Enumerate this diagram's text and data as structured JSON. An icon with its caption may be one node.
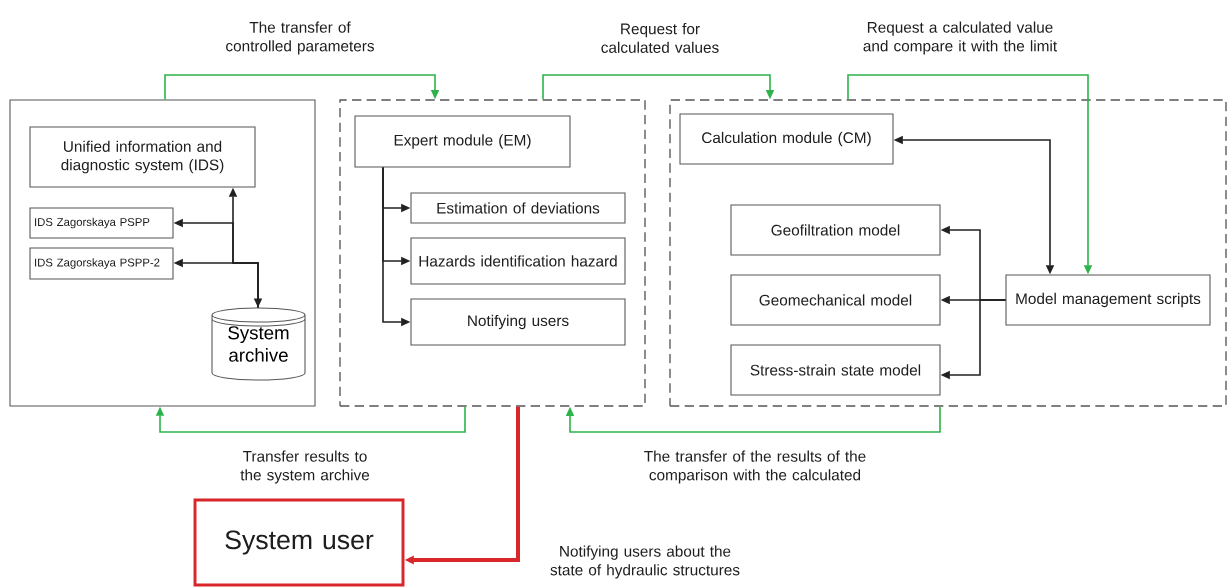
{
  "diagram": {
    "nodes": [
      {
        "text": [],
        "shape": "box"
      },
      {
        "text": [
          "Unified information and diagnostic system (IDS)"
        ],
        "in": 0
      },
      {
        "text": [
          "IDS Zagorskaya PSPP"
        ],
        "in": 0
      },
      {
        "text": [
          "IDS Zagorskaya PSPP-2"
        ],
        "in": 0
      },
      {
        "text": [
          "System archive"
        ],
        "in": 0
      },
      {
        "text": [],
        "shape": "box"
      },
      {
        "text": [
          "Expert module (EM)"
        ],
        "in": 5
      },
      {
        "text": [
          "Estimation of deviations"
        ],
        "in": 5
      },
      {
        "text": [
          "Hazards identification hazard"
        ],
        "in": 5
      },
      {
        "text": [
          "Notifying users"
        ],
        "in": 5
      },
      {
        "text": [],
        "shape": "box"
      },
      {
        "text": [
          "Calculation module (CM)"
        ],
        "in": 10
      },
      {
        "text": [
          "Geofiltration model"
        ],
        "in": 10
      },
      {
        "text": [
          "Geomechanical model"
        ],
        "in": 10
      },
      {
        "text": [
          "Stress-strain state model"
        ],
        "in": 10
      },
      {
        "text": [
          "Model management scripts"
        ],
        "in": 10
      },
      {
        "text": [
          "System user"
        ]
      }
    ],
    "edges": [
      {
        "from": 0,
        "to": 5,
        "arrow": "to",
        "label": "The transfer of controlled parameters",
        "color": "#2db34a"
      },
      {
        "from": 5,
        "to": 10,
        "arrow": "to",
        "label": "Request for calculated values",
        "color": "#2db34a"
      },
      {
        "from": 10,
        "to": 15,
        "arrow": "to",
        "label": "Request a calculated value and compare it with the limit",
        "color": "#2db34a"
      },
      {
        "from": 5,
        "to": 0,
        "arrow": "to",
        "label": "Transfer results to the system archive",
        "color": "#2db34a"
      },
      {
        "from": 10,
        "to": 5,
        "arrow": "to",
        "label": "The transfer of the results of the comparison with the calculated",
        "color": "#2db34a"
      },
      {
        "from": 5,
        "to": 16,
        "arrow": "to",
        "label": "Notifying users about the state of hydraulic structures",
        "color": "#d9262b",
        "style": "thick"
      },
      {
        "from": 4,
        "to": 1,
        "arrow": "both"
      },
      {
        "from": 4,
        "to": 2,
        "arrow": "to"
      },
      {
        "from": 4,
        "to": 3,
        "arrow": "to"
      },
      {
        "from": 6,
        "to": 7,
        "arrow": "to"
      },
      {
        "from": 6,
        "to": 8,
        "arrow": "to"
      },
      {
        "from": 6,
        "to": 9,
        "arrow": "to"
      },
      {
        "from": 11,
        "to": 15,
        "arrow": "both"
      },
      {
        "from": 15,
        "to": 12,
        "arrow": "to"
      },
      {
        "from": 15,
        "to": 13,
        "arrow": "to"
      },
      {
        "from": 15,
        "to": 14,
        "arrow": "to"
      }
    ]
  }
}
